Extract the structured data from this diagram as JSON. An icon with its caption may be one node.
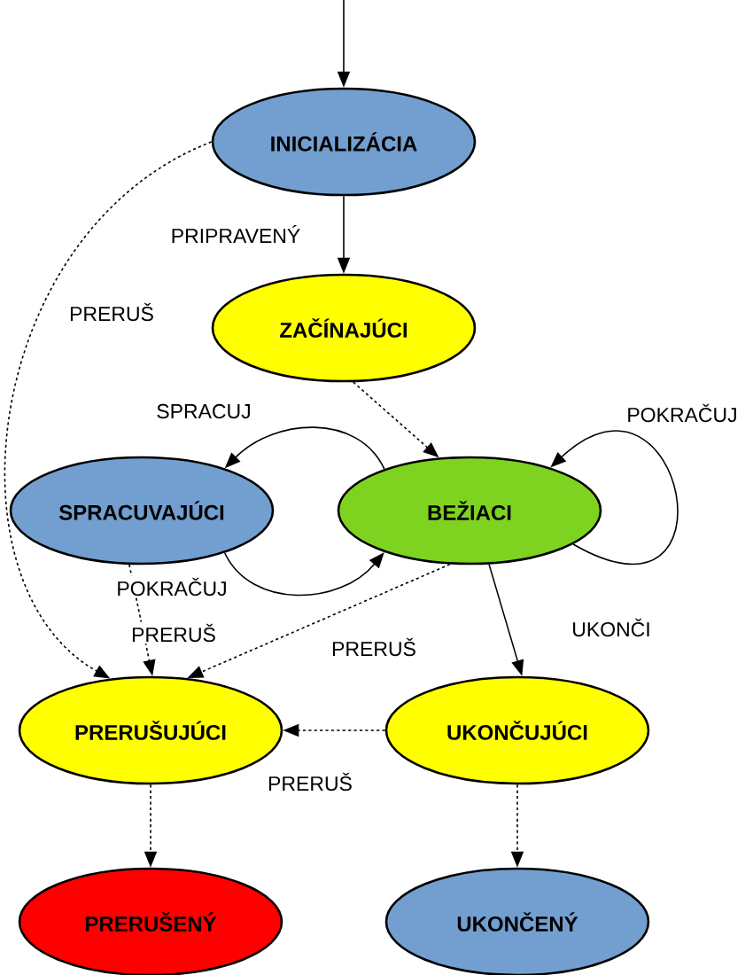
{
  "diagram": {
    "nodes": [
      {
        "text": [
          "INICIALIZÁCIA"
        ]
      },
      {
        "text": [
          "ZAČÍNAJÚCI"
        ]
      },
      {
        "text": [
          "SPRACUVAJÚCI"
        ]
      },
      {
        "text": [
          "BEŽIACI"
        ]
      },
      {
        "text": [
          "PRERUŠUJÚCI"
        ]
      },
      {
        "text": [
          "UKONČUJÚCI"
        ]
      },
      {
        "text": [
          "PRERUŠENÝ"
        ]
      },
      {
        "text": [
          "UKONČENÝ"
        ]
      }
    ],
    "edges": [
      {
        "from": null,
        "to": 0,
        "arrow": "to"
      },
      {
        "from": 0,
        "to": 1,
        "arrow": "to",
        "label": "PRIPRAVENÝ"
      },
      {
        "from": 0,
        "to": 4,
        "arrow": "to",
        "style": "dashed",
        "label": "PRERUŠ"
      },
      {
        "from": 1,
        "to": 3,
        "arrow": "to",
        "style": "dashed"
      },
      {
        "from": 3,
        "to": 2,
        "arrow": "to",
        "label": "SPRACUJ"
      },
      {
        "from": 3,
        "to": 3,
        "arrow": "to",
        "label": "POKRAČUJ"
      },
      {
        "from": 2,
        "to": 3,
        "arrow": "to",
        "label": "POKRAČUJ"
      },
      {
        "from": 2,
        "to": 4,
        "arrow": "to",
        "style": "dashed",
        "label": "PRERUŠ"
      },
      {
        "from": 3,
        "to": 4,
        "arrow": "to",
        "style": "dashed",
        "label": "PRERUŠ"
      },
      {
        "from": 3,
        "to": 5,
        "arrow": "to",
        "label": "UKONČI"
      },
      {
        "from": 5,
        "to": 4,
        "arrow": "to",
        "style": "dashed",
        "label": "PRERUŠ"
      },
      {
        "from": 4,
        "to": 6,
        "arrow": "to",
        "style": "dashed"
      },
      {
        "from": 5,
        "to": 7,
        "arrow": "to",
        "style": "dashed"
      }
    ]
  }
}
